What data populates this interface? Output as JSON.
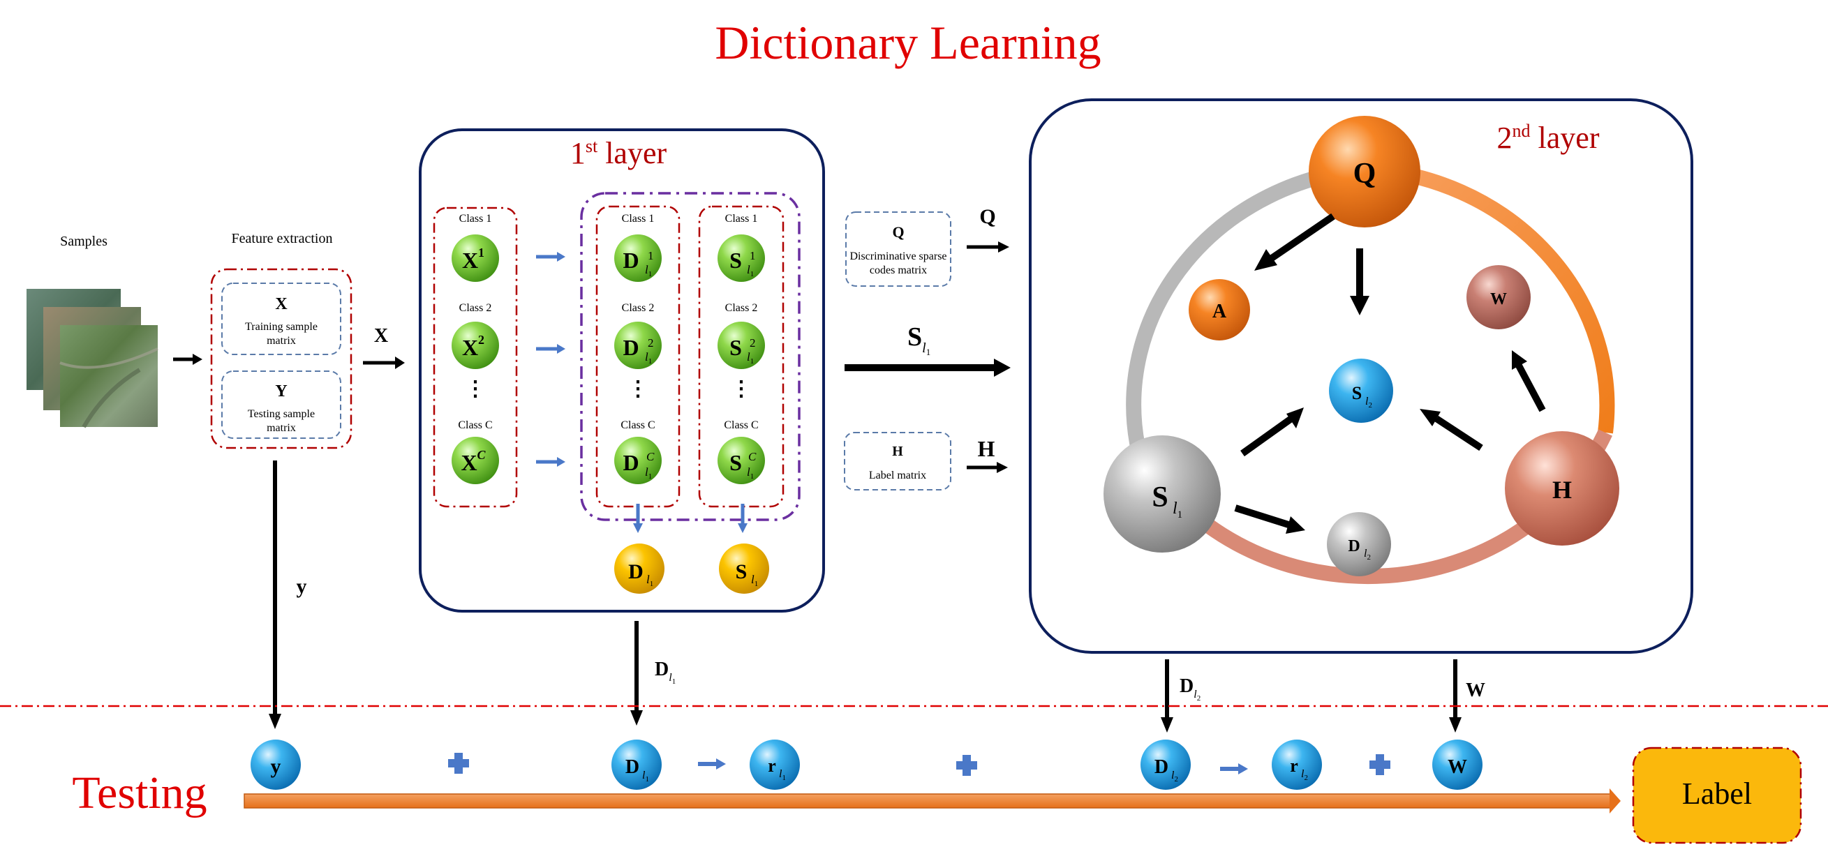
{
  "titles": {
    "main": "Dictionary Learning",
    "testing": "Testing",
    "layer1_num": "1",
    "layer1_sup": "st",
    "layer1_word": " layer",
    "layer2_num": "2",
    "layer2_sup": "nd",
    "layer2_word": " layer"
  },
  "input": {
    "samples": "Samples",
    "feature_extraction": "Feature extraction",
    "x_symbol": "X",
    "x_desc_line1": "Training sample",
    "x_desc_line2": "matrix",
    "y_symbol": "Y",
    "y_desc_line1": "Testing sample",
    "y_desc_line2": "matrix"
  },
  "layer1": {
    "class1": "Class 1",
    "class2": "Class 2",
    "classC": "Class C",
    "dots": "⋮",
    "X": "X",
    "X_sup1": "1",
    "X_sup2": "2",
    "X_supC": "C",
    "D": "D",
    "S": "S",
    "l1": "l",
    "l1_sub": "1",
    "out_D": "D",
    "out_S": "S"
  },
  "middle": {
    "q_symbol": "Q",
    "q_desc_line1": "Discriminative sparse",
    "q_desc_line2": "codes matrix",
    "h_symbol": "H",
    "h_desc": "Label matrix",
    "arrow_q": "Q",
    "arrow_s": "S",
    "arrow_h": "H"
  },
  "layer2": {
    "Q": "Q",
    "A": "A",
    "W": "W",
    "S_center": "S",
    "S_left": "S",
    "H": "H",
    "D": "D",
    "l2_sub": "2"
  },
  "arrows": {
    "x_label": "X",
    "y_label": "y",
    "d_l1_label": "D",
    "d_l2_label": "D",
    "w_label": "W"
  },
  "testing": {
    "y": "y",
    "D": "D",
    "r": "r",
    "W": "W",
    "label": "Label"
  },
  "colors": {
    "title_red": "#e00000",
    "layer_dark_red": "#b00000",
    "box_navy": "#0d1f5c",
    "green": "#6cc02c",
    "orange": "#f07d1a",
    "blue": "#29a3e8",
    "gold": "#f5b800",
    "gray": "#9a9a9a",
    "salmon": "#d97f6a",
    "label_fill": "#fbb80c"
  }
}
